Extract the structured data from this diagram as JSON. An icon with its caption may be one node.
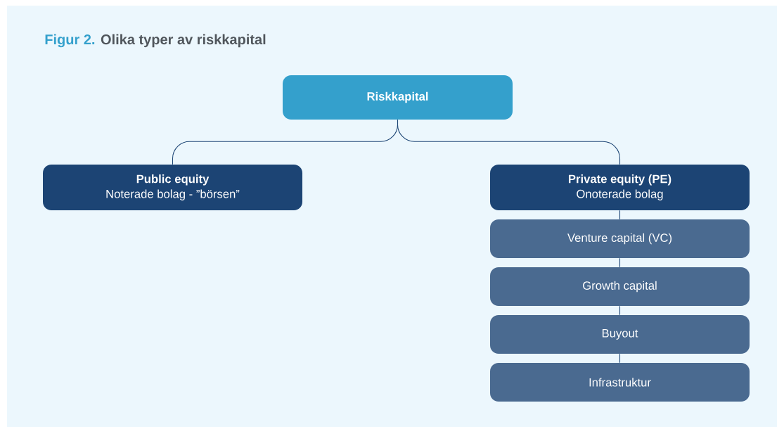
{
  "diagram": {
    "title": "Olika typer av riskkapital",
    "nodes": [
      {
        "text": [
          "Riskkapital"
        ]
      },
      {
        "text": [
          "Public equity",
          "Noterade bolag - ”börsen”"
        ]
      },
      {
        "text": [
          "Private equity (PE)",
          "Onoterade bolag"
        ]
      },
      {
        "text": [
          "Venture capital (VC)"
        ]
      },
      {
        "text": [
          "Growth capital"
        ]
      },
      {
        "text": [
          "Buyout"
        ]
      },
      {
        "text": [
          "Infrastruktur"
        ]
      }
    ],
    "edges": [
      {
        "from": 0,
        "to": 1,
        "arrow": "none"
      },
      {
        "from": 0,
        "to": 2,
        "arrow": "none"
      },
      {
        "from": 2,
        "to": 3,
        "arrow": "none"
      },
      {
        "from": 3,
        "to": 4,
        "arrow": "none"
      },
      {
        "from": 4,
        "to": 5,
        "arrow": "none"
      },
      {
        "from": 5,
        "to": 6,
        "arrow": "none"
      }
    ],
    "labels": [
      "Figur 2."
    ]
  }
}
